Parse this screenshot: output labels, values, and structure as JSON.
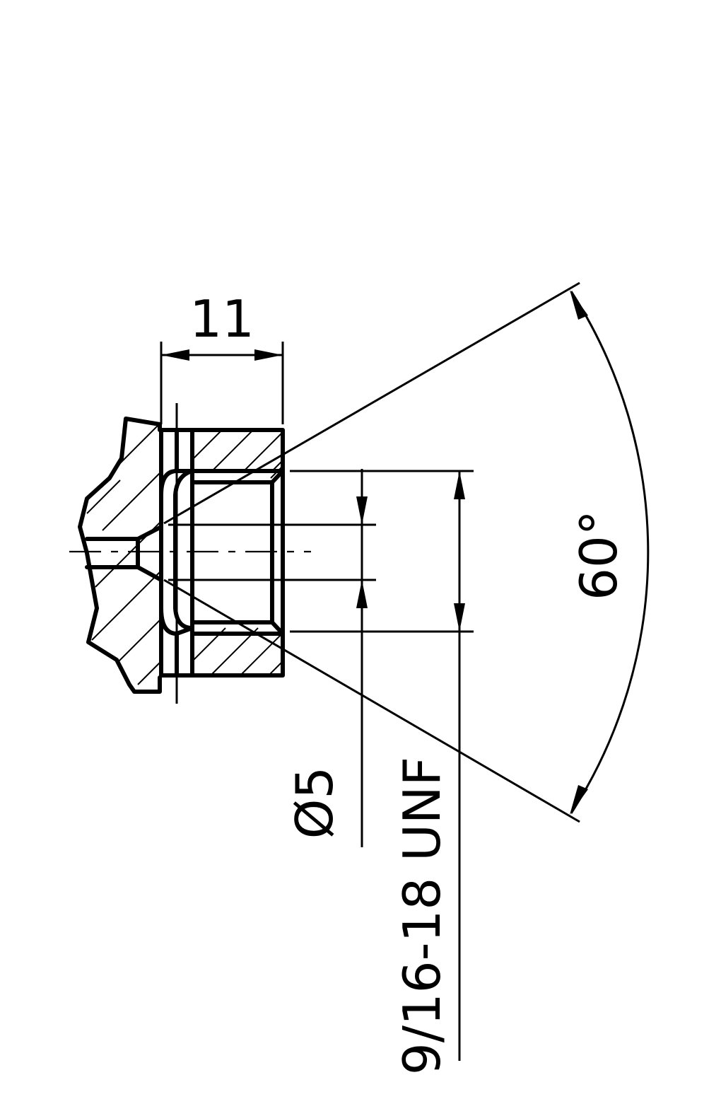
{
  "drawing": {
    "dimensions": {
      "width_label": "11",
      "angle_label": "60°",
      "diameter_label": "Ø5",
      "thread_label": "9/16-18 UNF"
    }
  }
}
